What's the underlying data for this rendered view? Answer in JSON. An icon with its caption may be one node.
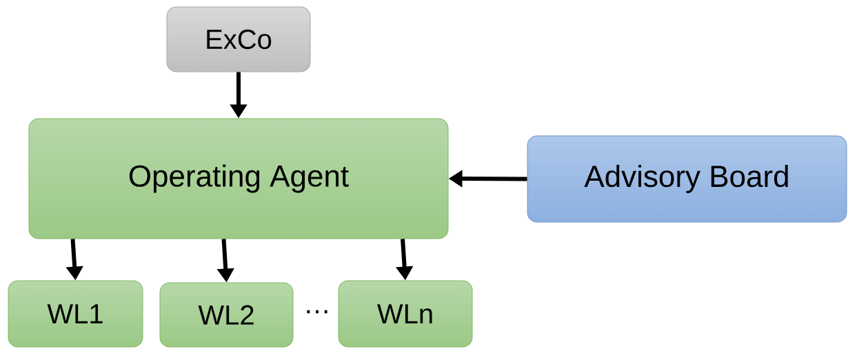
{
  "diagram": {
    "nodes": [
      {
        "text": [
          "ExCo"
        ]
      },
      {
        "text": [
          "Operating Agent"
        ]
      },
      {
        "text": [
          "Advisory Board"
        ]
      },
      {
        "text": [
          "WL1"
        ]
      },
      {
        "text": [
          "WL2"
        ]
      },
      {
        "text": [
          "WLn"
        ]
      }
    ],
    "edges": [
      {
        "from": 0,
        "to": 1,
        "arrow": "to"
      },
      {
        "from": 2,
        "to": 1,
        "arrow": "to"
      },
      {
        "from": 1,
        "to": 3,
        "arrow": "to"
      },
      {
        "from": 1,
        "to": 4,
        "arrow": "to"
      },
      {
        "from": 1,
        "to": 5,
        "arrow": "to"
      }
    ],
    "labels": [
      "…"
    ]
  }
}
